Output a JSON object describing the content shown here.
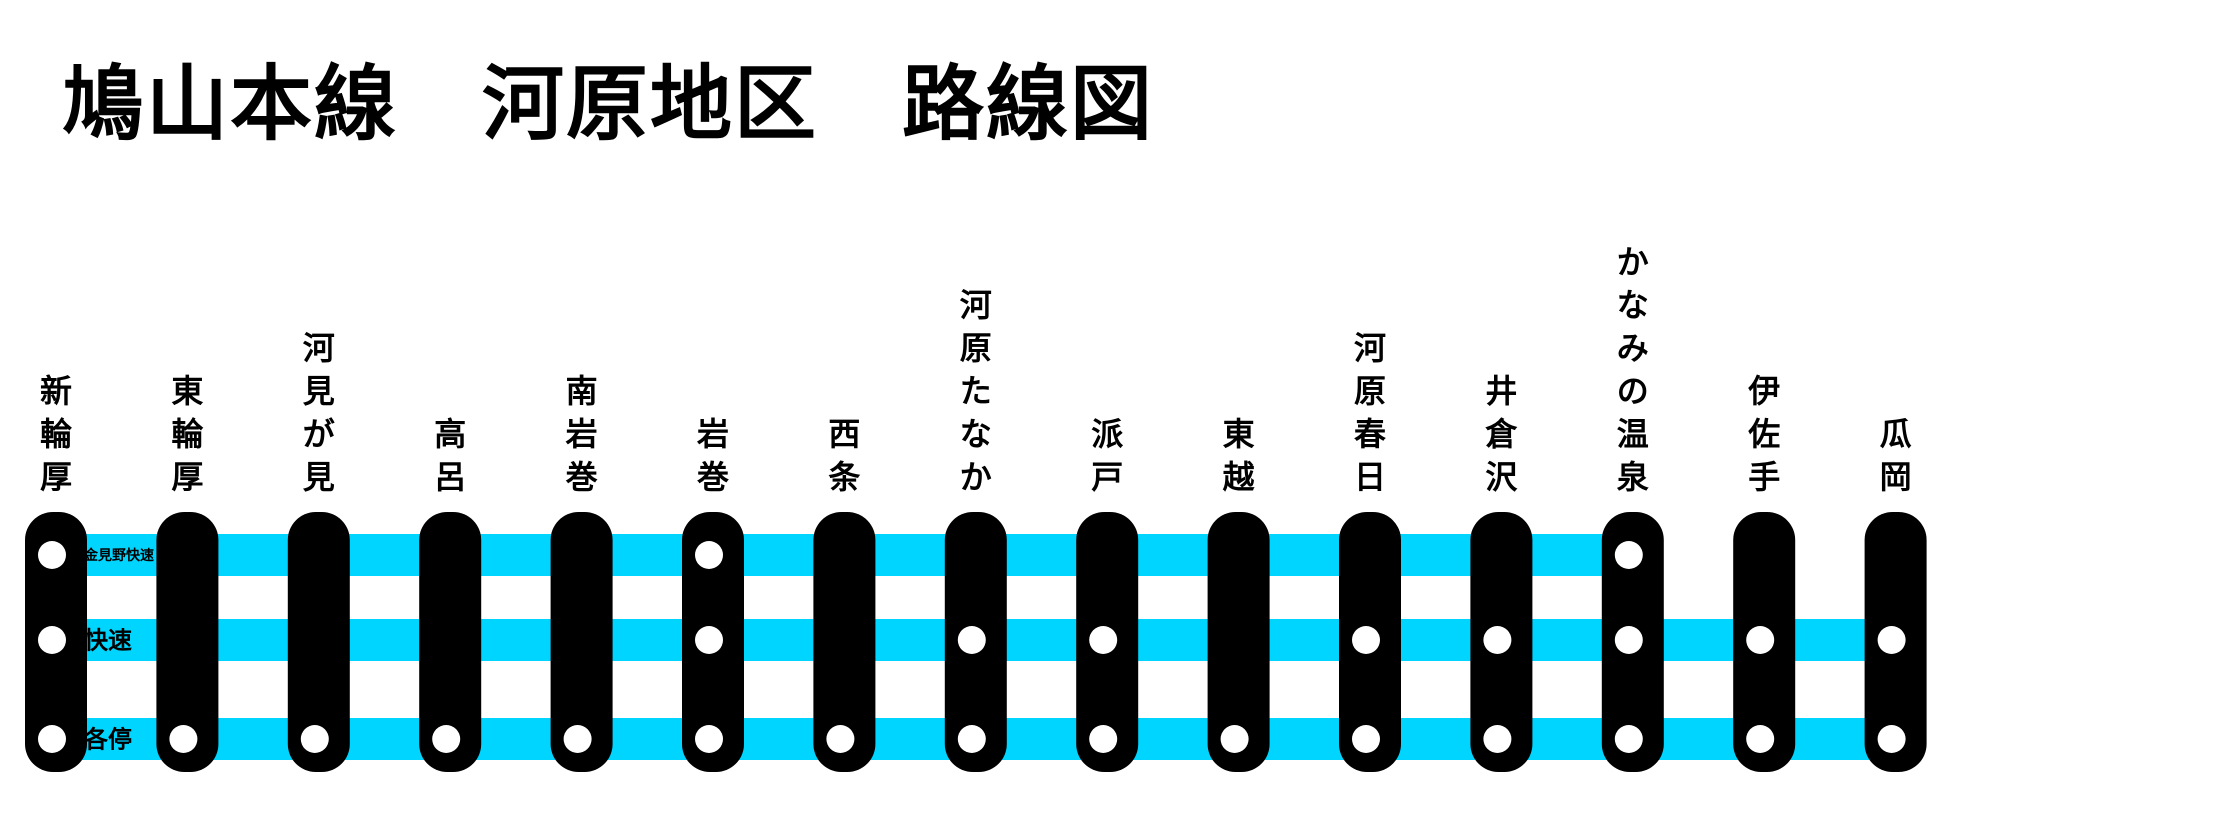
{
  "title": "鳩山本線　河原地区　路線図",
  "colors": {
    "track": "#00d5ff",
    "pillar": "#000000",
    "stop": "#ffffff",
    "background": "#ffffff"
  },
  "services": [
    {
      "key": "kanmino",
      "label": "金見野快速"
    },
    {
      "key": "rapid",
      "label": "快速"
    },
    {
      "key": "local",
      "label": "各停"
    }
  ],
  "stations": [
    {
      "name": "新輪厚",
      "stops": [
        1,
        1,
        1
      ]
    },
    {
      "name": "東輪厚",
      "stops": [
        0,
        0,
        1
      ]
    },
    {
      "name": "河見が見",
      "stops": [
        0,
        0,
        1
      ]
    },
    {
      "name": "高呂",
      "stops": [
        0,
        0,
        1
      ]
    },
    {
      "name": "南岩巻",
      "stops": [
        0,
        0,
        1
      ]
    },
    {
      "name": "岩巻",
      "stops": [
        1,
        1,
        1
      ]
    },
    {
      "name": "西条",
      "stops": [
        0,
        0,
        1
      ]
    },
    {
      "name": "河原たなか",
      "stops": [
        0,
        1,
        1
      ]
    },
    {
      "name": "派戸",
      "stops": [
        0,
        1,
        1
      ]
    },
    {
      "name": "東越",
      "stops": [
        0,
        0,
        1
      ]
    },
    {
      "name": "河原春日",
      "stops": [
        0,
        1,
        1
      ]
    },
    {
      "name": "井倉沢",
      "stops": [
        0,
        1,
        1
      ]
    },
    {
      "name": "かなみの温泉",
      "stops": [
        1,
        1,
        1
      ]
    },
    {
      "name": "伊佐手",
      "stops": [
        0,
        1,
        1
      ]
    },
    {
      "name": "瓜岡",
      "stops": [
        0,
        1,
        1
      ]
    }
  ],
  "segments": [
    [
      1,
      1,
      1
    ],
    [
      1,
      1,
      1
    ],
    [
      1,
      1,
      1
    ],
    [
      1,
      1,
      1
    ],
    [
      1,
      1,
      1
    ],
    [
      1,
      1,
      1
    ],
    [
      1,
      1,
      1
    ],
    [
      1,
      1,
      1
    ],
    [
      1,
      1,
      1
    ],
    [
      1,
      1,
      1
    ],
    [
      1,
      1,
      1
    ],
    [
      1,
      1,
      1
    ],
    [
      0,
      1,
      1
    ],
    [
      0,
      1,
      1
    ]
  ]
}
